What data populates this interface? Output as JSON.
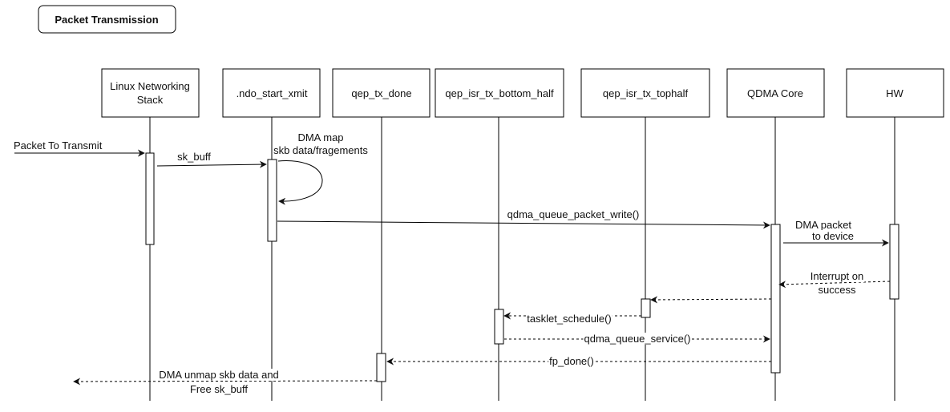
{
  "title": "Packet Transmission",
  "participants": [
    {
      "id": "linux",
      "lines": [
        "Linux Networking",
        "Stack"
      ]
    },
    {
      "id": "ndo",
      "lines": [
        ".ndo_start_xmit"
      ]
    },
    {
      "id": "txdone",
      "lines": [
        "qep_tx_done"
      ]
    },
    {
      "id": "bottom",
      "lines": [
        "qep_isr_tx_bottom_half"
      ]
    },
    {
      "id": "tophalf",
      "lines": [
        "qep_isr_tx_tophalf"
      ]
    },
    {
      "id": "qdma",
      "lines": [
        "QDMA Core"
      ]
    },
    {
      "id": "hw",
      "lines": [
        "HW"
      ]
    }
  ],
  "messages": [
    {
      "id": "packet-to-transmit",
      "label": [
        "Packet To Transmit"
      ],
      "from": "external",
      "to": "linux",
      "style": "solid"
    },
    {
      "id": "sk-buff",
      "label": [
        "sk_buff"
      ],
      "from": "linux",
      "to": "ndo",
      "style": "solid"
    },
    {
      "id": "dma-map",
      "label": [
        "DMA map",
        "skb data/fragements"
      ],
      "from": "ndo",
      "to": "ndo",
      "style": "solid"
    },
    {
      "id": "qdma-queue-packet-write",
      "label": [
        "qdma_queue_packet_write()"
      ],
      "from": "ndo",
      "to": "qdma",
      "style": "solid"
    },
    {
      "id": "dma-packet",
      "label": [
        "DMA packet",
        "to device"
      ],
      "from": "qdma",
      "to": "hw",
      "style": "solid"
    },
    {
      "id": "interrupt",
      "label": [
        "Interrupt on",
        "success"
      ],
      "from": "hw",
      "to": "qdma",
      "style": "dashed"
    },
    {
      "id": "interrupt-forward",
      "label": [],
      "from": "qdma",
      "to": "tophalf",
      "style": "dashed"
    },
    {
      "id": "tasklet-schedule",
      "label": [
        "tasklet_schedule()"
      ],
      "from": "tophalf",
      "to": "bottom",
      "style": "dashed"
    },
    {
      "id": "qdma-queue-service",
      "label": [
        "qdma_queue_service()"
      ],
      "from": "bottom",
      "to": "qdma",
      "style": "dashed"
    },
    {
      "id": "fp-done",
      "label": [
        "fp_done()"
      ],
      "from": "qdma",
      "to": "txdone",
      "style": "dashed"
    },
    {
      "id": "dma-unmap",
      "label": [
        "DMA unmap skb data and",
        "Free sk_buff"
      ],
      "from": "txdone",
      "to": "external",
      "style": "dashed"
    }
  ]
}
